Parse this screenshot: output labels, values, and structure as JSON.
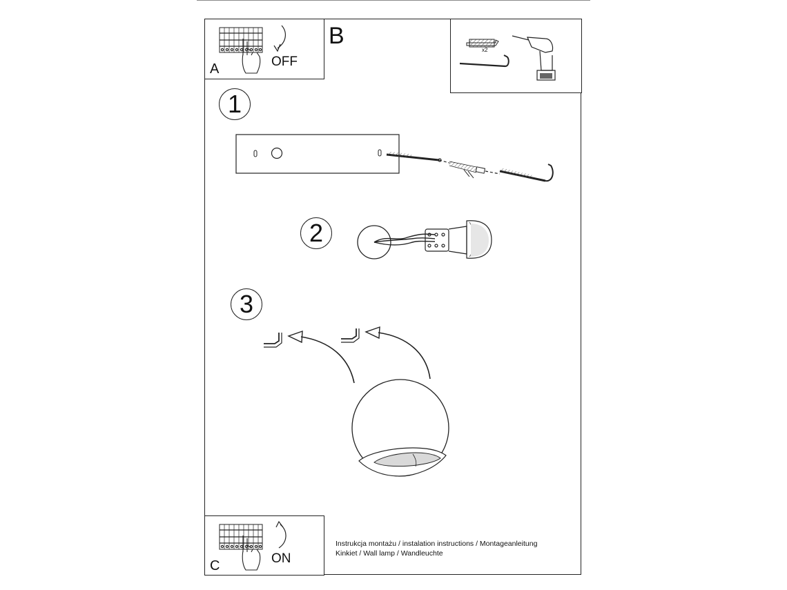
{
  "panel_a": {
    "letter": "A",
    "switch_label": "OFF"
  },
  "panel_b": {
    "letter": "B",
    "quantity_label": "x2"
  },
  "panel_c": {
    "letter": "C",
    "switch_label": "ON"
  },
  "steps": [
    "1",
    "2",
    "3"
  ],
  "caption": {
    "line1": "Instrukcja montażu / instalation instructions / Montageanleitung",
    "line2": "Kinkiet / Wall lamp / Wandleuchte"
  }
}
